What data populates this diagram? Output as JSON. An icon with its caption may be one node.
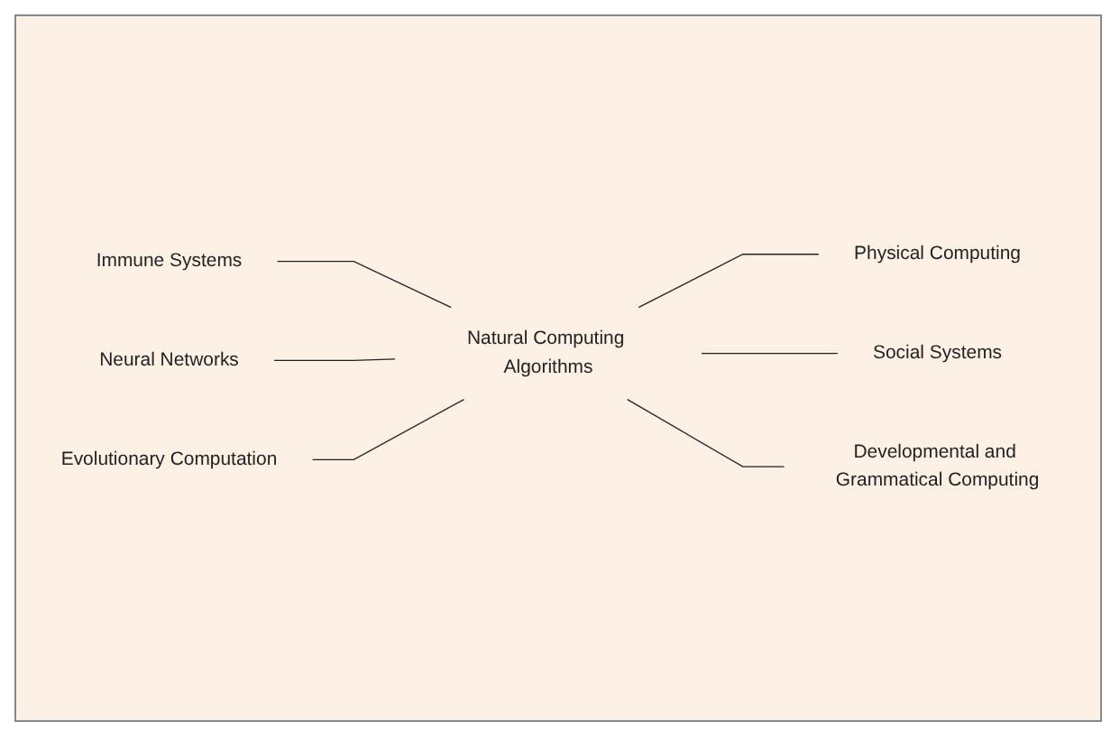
{
  "diagram": {
    "nodes": [
      {
        "text": [
          "Immune Systems"
        ]
      },
      {
        "text": [
          "Physical Computing"
        ]
      },
      {
        "text": [
          "Social Systems"
        ]
      },
      {
        "text": [
          "Neural Networks"
        ]
      },
      {
        "text": [
          "Natural Computing Algorithms"
        ]
      },
      {
        "text": [
          "Evolutionary Computation"
        ]
      },
      {
        "text": [
          "Developmental and Grammatical Computing"
        ]
      }
    ],
    "edges": [
      {
        "from": 0,
        "to": 4,
        "arrow": "none"
      },
      {
        "from": 4,
        "to": 1,
        "arrow": "none"
      },
      {
        "from": 4,
        "to": 2,
        "arrow": "none"
      },
      {
        "from": 3,
        "to": 4,
        "arrow": "none"
      },
      {
        "from": 5,
        "to": 4,
        "arrow": "none"
      },
      {
        "from": 4,
        "to": 6,
        "arrow": "none"
      }
    ]
  }
}
